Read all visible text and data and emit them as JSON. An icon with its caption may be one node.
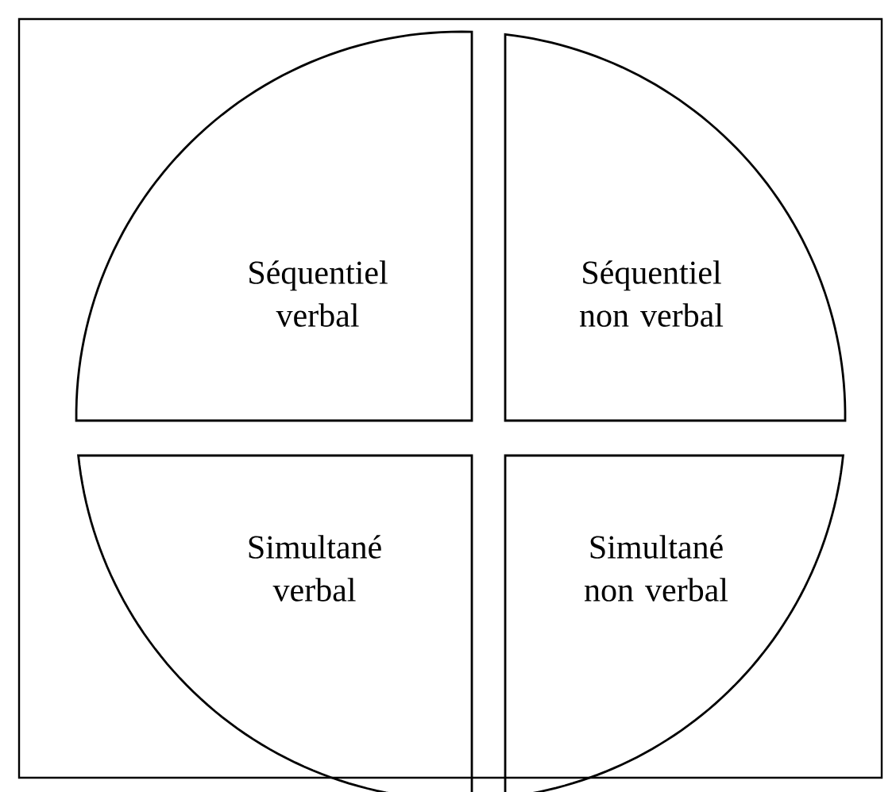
{
  "diagram": {
    "nodes": [
      {
        "text": [
          "Séquentiel verbal"
        ]
      },
      {
        "text": [
          "Séquentiel non verbal"
        ]
      },
      {
        "text": [
          "Simultané verbal"
        ]
      },
      {
        "text": [
          "Simultané non verbal"
        ]
      }
    ]
  }
}
